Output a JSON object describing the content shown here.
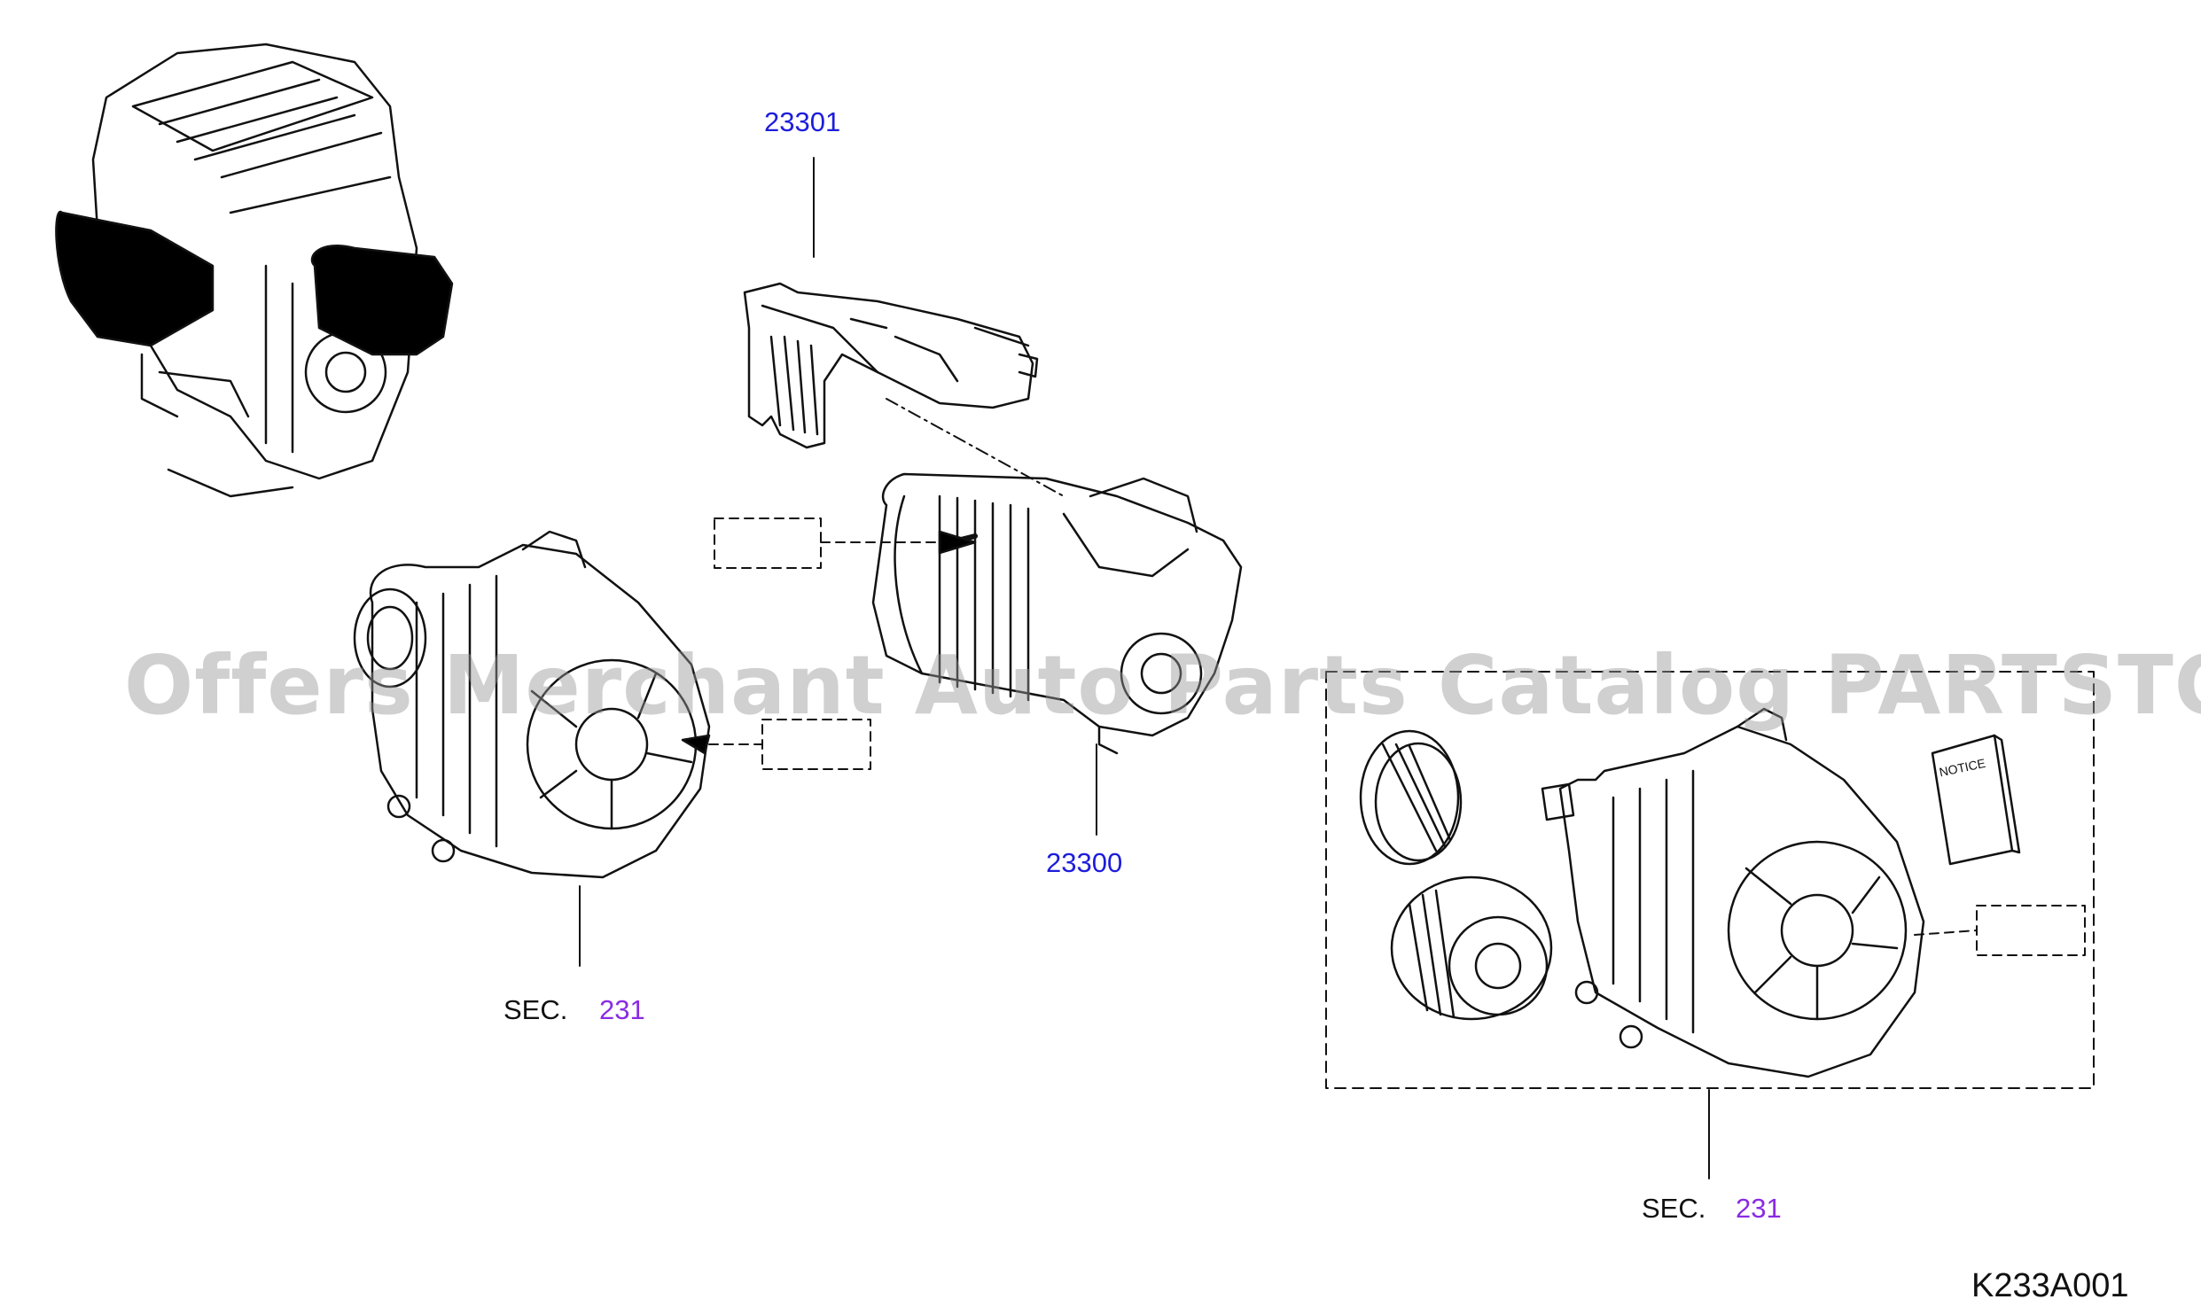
{
  "labels": {
    "part_23301": "23301",
    "part_23300": "23300",
    "sec_text": "SEC.",
    "sec_number": "231",
    "diagram_code": "K233A001"
  },
  "watermark": "Offers Merchant Auto Parts Catalog PARTSTORE.SA",
  "notice_text": "NOTICE",
  "colors": {
    "part_link": "#1d1ddb",
    "section_link": "#8a2be2",
    "line": "#111111",
    "background": "#ffffff"
  }
}
